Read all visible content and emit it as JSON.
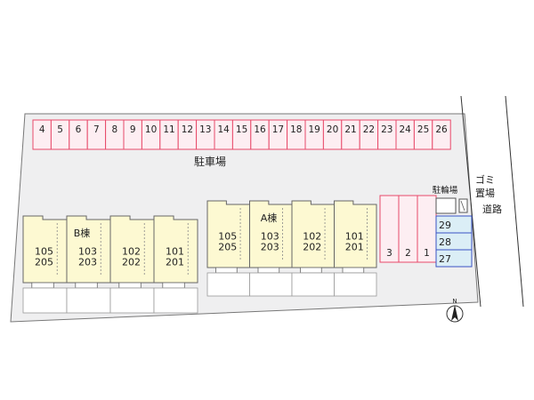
{
  "parking": {
    "label": "駐車場",
    "top_row": [
      "4",
      "5",
      "6",
      "7",
      "8",
      "9",
      "10",
      "11",
      "12",
      "13",
      "14",
      "15",
      "16",
      "17",
      "18",
      "19",
      "20",
      "21",
      "22",
      "23",
      "24",
      "25",
      "26"
    ],
    "right_block": [
      "3",
      "2",
      "1"
    ],
    "blue_block": [
      "29",
      "28",
      "27"
    ]
  },
  "bicycle_parking": {
    "label": "駐輪場"
  },
  "garbage": {
    "label": [
      "ゴミ",
      "置場"
    ]
  },
  "road": {
    "label": "道路"
  },
  "building_b": {
    "label": "B棟",
    "units": [
      {
        "top": "105",
        "bottom": "205"
      },
      {
        "top": "103",
        "bottom": "203"
      },
      {
        "top": "102",
        "bottom": "202"
      },
      {
        "top": "101",
        "bottom": "201"
      }
    ]
  },
  "building_a": {
    "label": "A棟",
    "units": [
      {
        "top": "105",
        "bottom": "205"
      },
      {
        "top": "103",
        "bottom": "203"
      },
      {
        "top": "102",
        "bottom": "202"
      },
      {
        "top": "101",
        "bottom": "201"
      }
    ]
  },
  "compass": {
    "label": "N"
  },
  "colors": {
    "lot_fill": "#efeff0",
    "building_fill": "#fdf9d2",
    "parking_red": "#e84a6a",
    "parking_pink_fill": "#fdeef2",
    "parking_blue": "#3a52c4",
    "parking_blue_fill": "#dbeef6",
    "outline": "#666666"
  }
}
